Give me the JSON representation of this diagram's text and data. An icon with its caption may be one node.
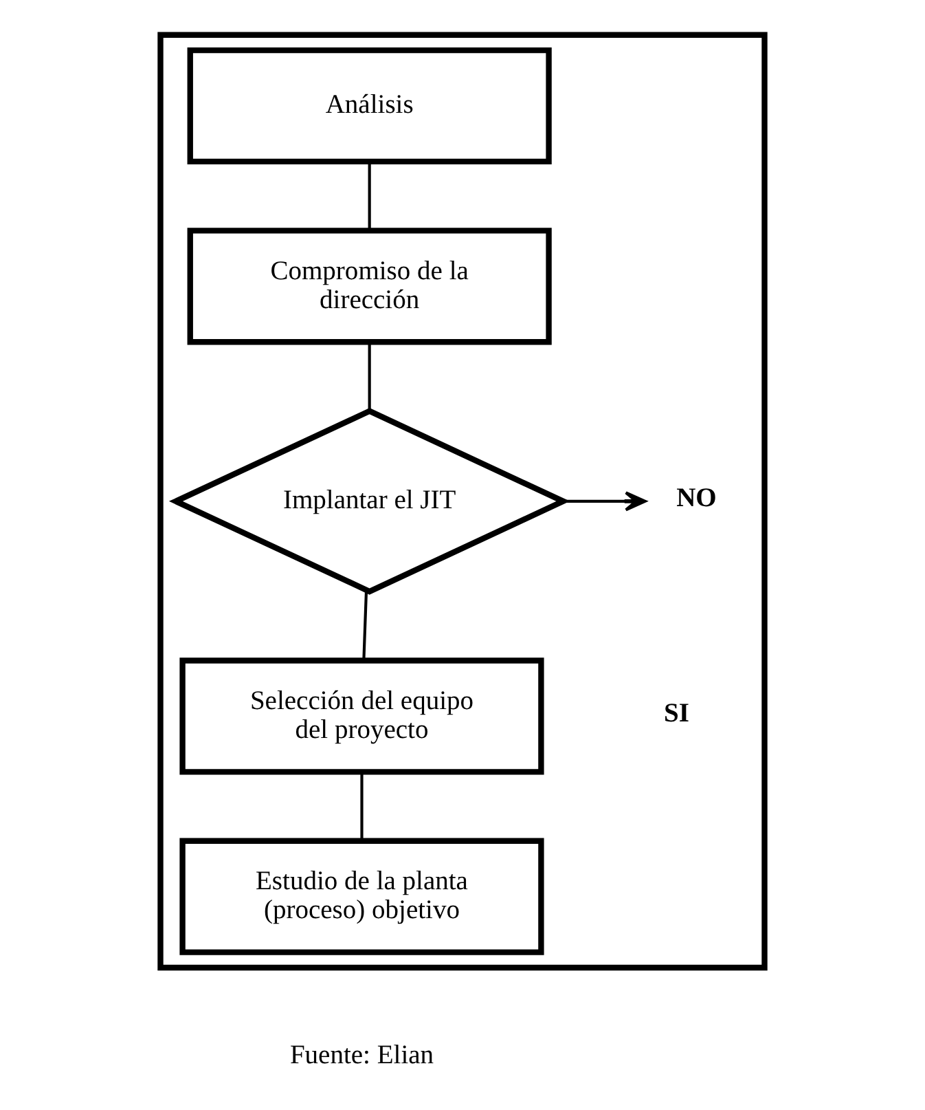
{
  "diagram": {
    "nodes": [
      {
        "text": [],
        "shape": "box"
      },
      {
        "text": [
          "Análisis"
        ],
        "in": 0
      },
      {
        "text": [
          "Compromiso de la dirección"
        ],
        "in": 0
      },
      {
        "text": [
          "Implantar el JIT"
        ],
        "in": 0
      },
      {
        "text": [
          "Selección del equipo del proyecto"
        ],
        "in": 0
      },
      {
        "text": [
          "Estudio de la planta (proceso) objetivo"
        ],
        "in": 0
      },
      {
        "text": [
          "NO"
        ],
        "in": 0
      }
    ],
    "edges": [
      {
        "from": 1,
        "to": 2,
        "arrow": "none"
      },
      {
        "from": 2,
        "to": 3,
        "arrow": "none"
      },
      {
        "from": 3,
        "to": 6,
        "arrow": "to"
      },
      {
        "from": 3,
        "to": 4,
        "arrow": "none"
      },
      {
        "from": 4,
        "to": 5,
        "arrow": "none"
      }
    ],
    "labels": [
      "SI",
      "Fuente: Elian"
    ]
  }
}
